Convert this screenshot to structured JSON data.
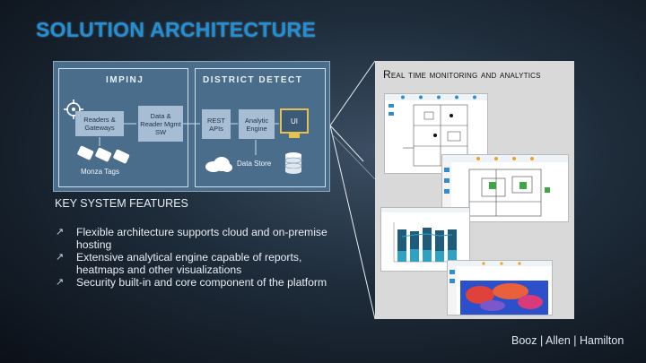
{
  "slide": {
    "title": "SOLUTION ARCHITECTURE",
    "diagram": {
      "left_heading": "IMPINJ",
      "right_heading": "DISTRICT DETECT",
      "readers_gateways": "Readers & Gateways",
      "data_reader_mgmt": "Data & Reader Mgmt SW",
      "rest_apis": "REST APIs",
      "analytic_engine": "Analytic Engine",
      "ui": "UI",
      "data_store": "Data Store",
      "monza_tags": "Monza Tags"
    },
    "features_heading": "KEY SYSTEM FEATURES",
    "features": [
      "Flexible architecture supports cloud and on-premise hosting",
      "Extensive analytical engine capable of reports, heatmaps and other visualizations",
      "Security built-in and core component of the platform"
    ],
    "monitoring_title": "Real time monitoring and analytics",
    "logo": "Booz | Allen | Hamilton",
    "colors": {
      "title": "#1e90d8",
      "diagram_bg": "#4b6d8c",
      "ui_border": "#e5c24d"
    }
  }
}
